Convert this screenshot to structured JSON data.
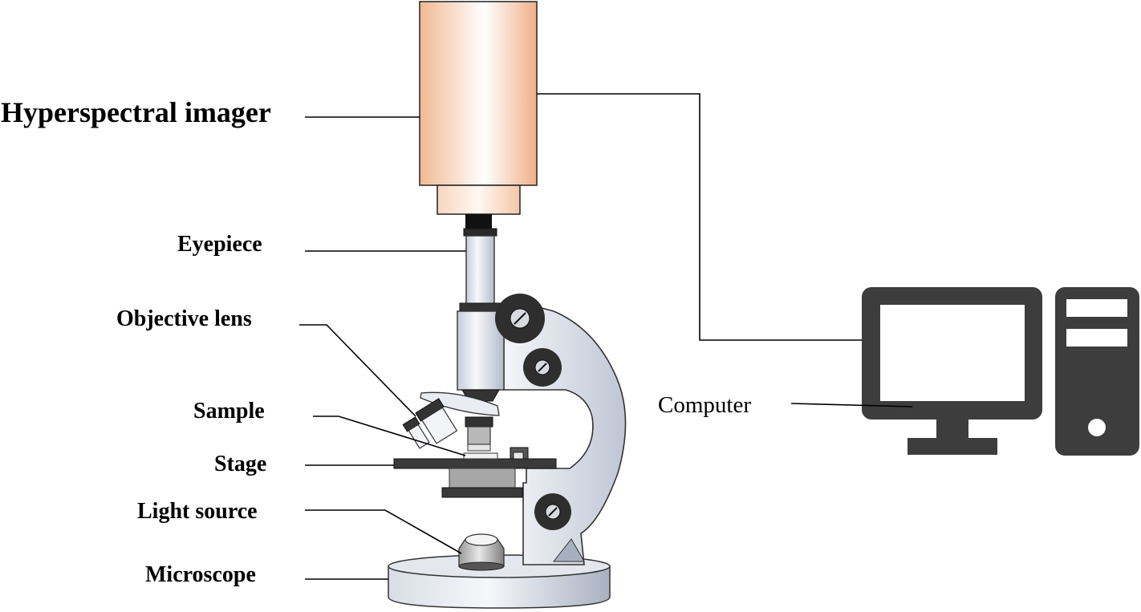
{
  "labels": {
    "hyperspectral_imager": "Hyperspectral imager",
    "eyepiece": "Eyepiece",
    "objective_lens": "Objective lens",
    "sample": "Sample",
    "stage": "Stage",
    "light_source": "Light source",
    "microscope": "Microscope",
    "computer": "Computer"
  },
  "colors": {
    "imager_edge": "#F2B48C",
    "imager_mid": "#FFFFFF",
    "imager_tip": "#FBE0CC",
    "metal_light": "#F4F5F9",
    "metal_dark": "#B9C0CE",
    "dark_part": "#3A3A3A",
    "knob": "#2F2F2F",
    "computer": "#3D3D3D",
    "line": "#000000"
  },
  "icons": {
    "computer": "desktop-computer-icon"
  }
}
